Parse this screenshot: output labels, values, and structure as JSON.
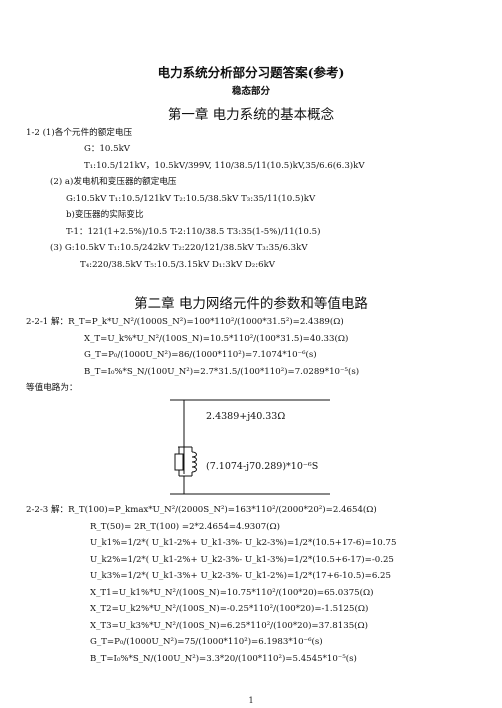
{
  "header": {
    "title": "电力系统分析部分习题答案(参考)",
    "subtitle": "稳态部分"
  },
  "chapter1": {
    "heading": "第一章 电力系统的基本概念",
    "lines": [
      "1-2 (1)各个元件的额定电压",
      "G：10.5kV",
      "T₁:10.5/121kV，10.5kV/399V, 110/38.5/11(10.5)kV,35/6.6(6.3)kV",
      "(2) a)发电机和变压器的额定电压",
      "G:10.5kV  T₁:10.5/121kV  T₂:10.5/38.5kV  T₃:35/11(10.5)kV",
      "b)变压器的实际变比",
      "T-1：121(1+2.5%)/10.5  T-2:110/38.5  T3:35(1-5%)/11(10.5)",
      "(3) G:10.5kV  T₁:10.5/242kV  T₂:220/121/38.5kV  T₃:35/6.3kV",
      "T₄:220/38.5kV  T₅:10.5/3.15kV  D₁:3kV  D₂:6kV"
    ]
  },
  "chapter2": {
    "heading": "第二章 电力网络元件的参数和等值电路",
    "lines_a": [
      "2-2-1 解：R_T=P_k*U_N²/(1000S_N²)=100*110²/(1000*31.5²)=2.4389(Ω)",
      "X_T=U_k%*U_N²/(100S_N)=10.5*110²/(100*31.5)=40.33(Ω)",
      "G_T=P₀/(1000U_N²)=86/(1000*110²)=7.1074*10⁻⁶(s)",
      "B_T=I₀%*S_N/(100U_N²)=2.7*31.5/(100*110²)=7.0289*10⁻⁵(s)",
      "等值电路为："
    ],
    "circuit": {
      "series_label": "2.4389+j40.33Ω",
      "shunt_label": "(7.1074-j70.289)*10⁻⁶S"
    },
    "lines_b": [
      "2-2-3 解：R_T(100)=P_kmax*U_N²/(2000S_N²)=163*110²/(2000*20²)=2.4654(Ω)",
      "R_T(50)= 2R_T(100) =2*2.4654=4.9307(Ω)",
      "U_k1%=1/2*( U_k1-2%+ U_k1-3%- U_k2-3%)=1/2*(10.5+17-6)=10.75",
      "U_k2%=1/2*( U_k1-2%+ U_k2-3%- U_k1-3%)=1/2*(10.5+6-17)=-0.25",
      "U_k3%=1/2*( U_k1-3%+ U_k2-3%- U_k1-2%)=1/2*(17+6-10.5)=6.25",
      "X_T1=U_k1%*U_N²/(100S_N)=10.75*110²/(100*20)=65.0375(Ω)",
      "X_T2=U_k2%*U_N²/(100S_N)=-0.25*110²/(100*20)=-1.5125(Ω)",
      "X_T3=U_k3%*U_N²/(100S_N)=6.25*110²/(100*20)=37.8135(Ω)",
      "G_T=P₀/(1000U_N²)=75/(1000*110²)=6.1983*10⁻⁶(s)",
      "B_T=I₀%*S_N/(100U_N²)=3.3*20/(100*110²)=5.4545*10⁻⁵(s)"
    ]
  },
  "page_number": "1"
}
